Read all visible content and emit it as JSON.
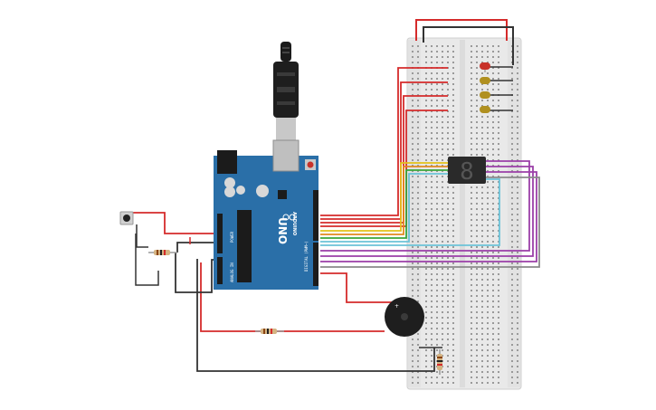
{
  "canvas": {
    "background": "#ffffff"
  },
  "arduino": {
    "board_name": "UNO",
    "brand": "ARDUINO",
    "power_label": "POWER",
    "analog_label": "ANALOG IN",
    "digital_label": "DIGITAL (PWM~)",
    "board_color": "#2a6fa8"
  },
  "breadboard": {
    "color": "#e8e8e8"
  },
  "wires": {
    "red": "#d52b2b",
    "black": "#333333",
    "yellow": "#e3c21a",
    "green": "#3aa63a",
    "cyan": "#6cc3d8",
    "purple": "#9b3fa8",
    "gray": "#8a8a8a",
    "orange": "#e08a1f"
  },
  "components": {
    "leds": [
      {
        "name": "led-red",
        "color": "#c8322a"
      },
      {
        "name": "led-yellow-1",
        "color": "#b09020"
      },
      {
        "name": "led-yellow-2",
        "color": "#b09020"
      },
      {
        "name": "led-yellow-3",
        "color": "#b09020"
      }
    ],
    "seven_segment_digit": "8",
    "buzzer_plus": "+"
  }
}
